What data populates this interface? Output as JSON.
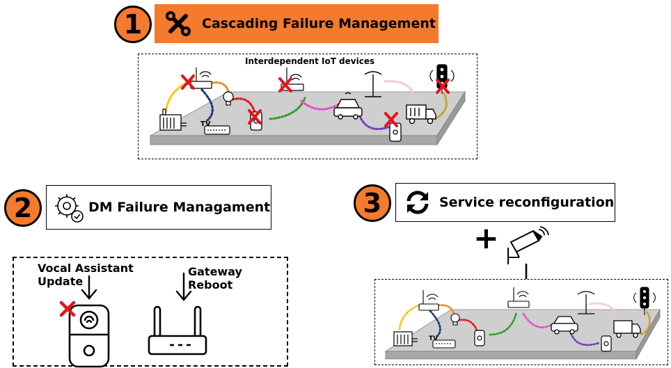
{
  "step1": {
    "number": "1",
    "title": "Cascading Failure Management",
    "icon": "tools-icon",
    "panel_label": "Interdependent IoT devices",
    "accent": "#f47a2d"
  },
  "step2": {
    "number": "2",
    "title": "DM Failure Managament",
    "icon": "gear-check-icon",
    "action_1": [
      "Vocal Assistant",
      "Update"
    ],
    "action_2": [
      "Gateway",
      "Reboot"
    ]
  },
  "step3": {
    "number": "3",
    "title": "Service reconfiguration",
    "icon": "refresh-icon",
    "plus": "+",
    "added_device": "security-camera-icon"
  },
  "device_labels": {
    "tv": "TV"
  },
  "colors": {
    "orange": "#f47a2d",
    "red_x": "#e8131b",
    "link_orange": "#f08a24",
    "link_navy": "#1f3a7a",
    "link_red": "#e31a1c",
    "link_green": "#2ca02c",
    "link_magenta": "#e64fc8",
    "link_purple": "#7b3fb0",
    "link_pink": "#f7c6dc",
    "link_gold": "#c9a227",
    "link_yellow": "#f5c518",
    "platform": "#cfcfcf"
  }
}
